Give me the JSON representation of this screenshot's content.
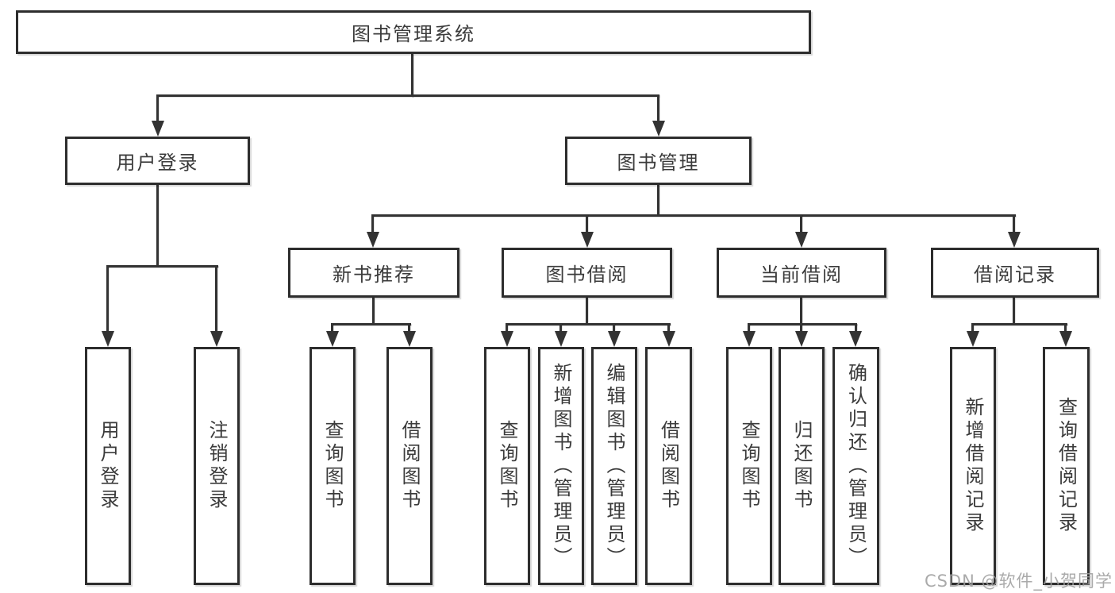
{
  "diagram": {
    "root": {
      "label": "图书管理系统",
      "children": [
        {
          "label": "用户登录",
          "children": [
            {
              "label": "用户登录"
            },
            {
              "label": "注销登录"
            }
          ]
        },
        {
          "label": "图书管理",
          "children": [
            {
              "label": "新书推荐",
              "children": [
                {
                  "label": "查询图书"
                },
                {
                  "label": "借阅图书"
                }
              ]
            },
            {
              "label": "图书借阅",
              "children": [
                {
                  "label": "查询图书"
                },
                {
                  "label": "新增图书（管理员）"
                },
                {
                  "label": "编辑图书（管理员）"
                },
                {
                  "label": "借阅图书"
                }
              ]
            },
            {
              "label": "当前借阅",
              "children": [
                {
                  "label": "查询图书"
                },
                {
                  "label": "归还图书"
                },
                {
                  "label": "确认归还（管理员）"
                }
              ]
            },
            {
              "label": "借阅记录",
              "children": [
                {
                  "label": "新增借阅记录"
                },
                {
                  "label": "查询借阅记录"
                }
              ]
            }
          ]
        }
      ]
    }
  },
  "watermark": {
    "text": "CSDN @软件_小贺同学"
  },
  "colors": {
    "line": "#333333",
    "border": "#2d2d2d",
    "text": "#3b3b3b",
    "watermark": "#9e9e9e",
    "background": "#ffffff"
  }
}
